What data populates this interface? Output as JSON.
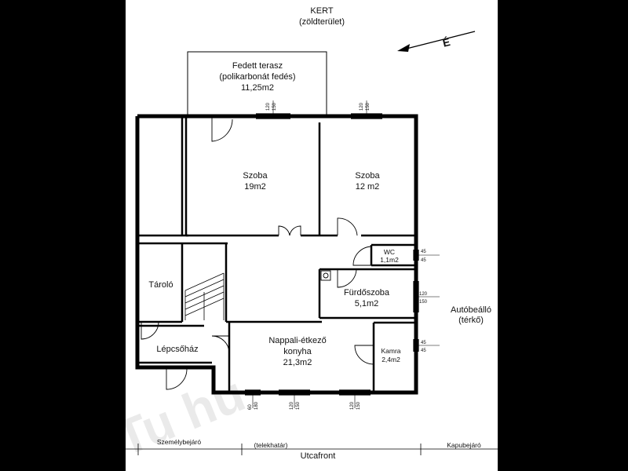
{
  "garden": {
    "title": "KERT",
    "subtitle": "(zöldterület)"
  },
  "compass": {
    "letter": "É"
  },
  "terrace": {
    "line1": "Fedett terasz",
    "line2": "(polikarbonát fedés)",
    "area": "11,25m2"
  },
  "rooms": {
    "room1": {
      "name": "Szoba",
      "area": "19m2"
    },
    "room2": {
      "name": "Szoba",
      "area": "12 m2"
    },
    "wc": {
      "name": "WC",
      "area": "1,1m2"
    },
    "storage": {
      "name": "Tároló"
    },
    "bathroom": {
      "name": "Fürdőszoba",
      "area": "5,1m2"
    },
    "living": {
      "name": "Nappali-étkező",
      "sub": "konyha",
      "area": "21,3m2"
    },
    "pantry": {
      "name": "Kamra",
      "area": "2,4m2"
    },
    "staircase": {
      "name": "Lépcsőház"
    }
  },
  "parking": {
    "line1": "Autóbeálló",
    "line2": "(térkő)"
  },
  "street": {
    "pedestrian": "Személybejáró",
    "boundary": "(telekhatár)",
    "front": "Utcafront",
    "gate": "Kapubejáró"
  },
  "window_dims": {
    "terrace_left_a": "120",
    "terrace_left_b": "150",
    "terrace_right_a": "120",
    "terrace_right_b": "150",
    "wc_a": "45",
    "wc_b": "45",
    "bath_a": "120",
    "bath_b": "150",
    "pantry_a": "45",
    "pantry_b": "45",
    "bottom1_a": "60",
    "bottom1_b": "180",
    "bottom2_a": "120",
    "bottom2_b": "150",
    "bottom3_a": "120",
    "bottom3_b": "150"
  },
  "watermark": "Tu                        hu"
}
